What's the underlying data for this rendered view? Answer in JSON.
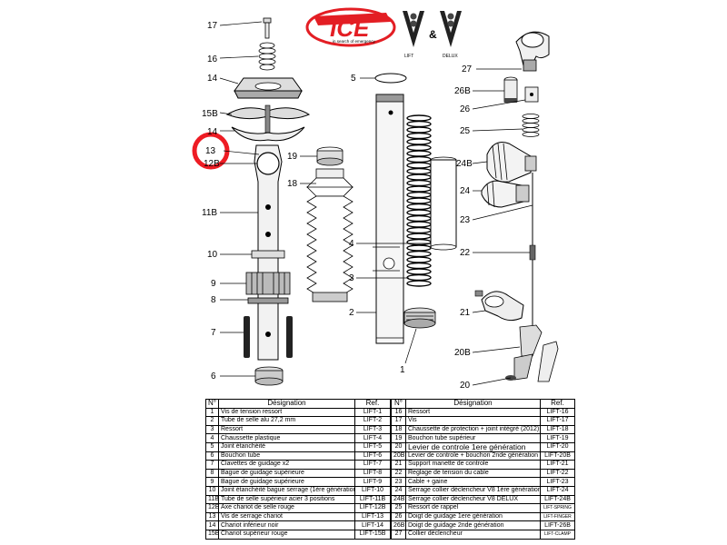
{
  "brand": {
    "logo_text": "ICE",
    "logo_tagline": "in search of emergency",
    "v8_left_sub": "LIFT",
    "ampersand": "&",
    "v8_right_sub": "DELUX"
  },
  "callouts": [
    {
      "id": "17",
      "label": "17"
    },
    {
      "id": "16",
      "label": "16"
    },
    {
      "id": "14top",
      "label": "14"
    },
    {
      "id": "15B",
      "label": "15B"
    },
    {
      "id": "14b",
      "label": "14"
    },
    {
      "id": "13",
      "label": "13"
    },
    {
      "id": "12B",
      "label": "12B"
    },
    {
      "id": "11B",
      "label": "11B"
    },
    {
      "id": "10",
      "label": "10"
    },
    {
      "id": "9",
      "label": "9"
    },
    {
      "id": "8",
      "label": "8"
    },
    {
      "id": "7",
      "label": "7"
    },
    {
      "id": "6",
      "label": "6"
    },
    {
      "id": "19",
      "label": "19"
    },
    {
      "id": "18",
      "label": "18"
    },
    {
      "id": "5",
      "label": "5"
    },
    {
      "id": "4",
      "label": "4"
    },
    {
      "id": "3",
      "label": "3"
    },
    {
      "id": "2",
      "label": "2"
    },
    {
      "id": "1",
      "label": "1"
    },
    {
      "id": "27",
      "label": "27"
    },
    {
      "id": "26B",
      "label": "26B"
    },
    {
      "id": "26",
      "label": "26"
    },
    {
      "id": "25",
      "label": "25"
    },
    {
      "id": "24B",
      "label": "24B"
    },
    {
      "id": "24",
      "label": "24"
    },
    {
      "id": "23",
      "label": "23"
    },
    {
      "id": "22",
      "label": "22"
    },
    {
      "id": "21",
      "label": "21"
    },
    {
      "id": "20B",
      "label": "20B"
    },
    {
      "id": "20",
      "label": "20"
    }
  ],
  "highlight": {
    "color": "#ee1c24"
  },
  "colors": {
    "line": "#000000",
    "logo_red": "#e31e24"
  },
  "table": {
    "headers": {
      "num": "N°",
      "designation": "Désignation",
      "ref": "Ref."
    },
    "left": [
      {
        "n": "1",
        "d": "Vis de tension ressort",
        "r": "LIFT-1"
      },
      {
        "n": "2",
        "d": "Tube de selle alu 27,2 mm",
        "r": "LIFT-2"
      },
      {
        "n": "3",
        "d": "Ressort",
        "r": "LIFT-3"
      },
      {
        "n": "4",
        "d": "Chaussette plastique",
        "r": "LIFT-4"
      },
      {
        "n": "5",
        "d": "Joint étanchéité",
        "r": "LIFT-5"
      },
      {
        "n": "6",
        "d": "Bouchon tube",
        "r": "LIFT-6"
      },
      {
        "n": "7",
        "d": "Clavettes de guidage x2",
        "r": "LIFT-7"
      },
      {
        "n": "8",
        "d": "Bague de guidage supérieure",
        "r": "LIFT-8"
      },
      {
        "n": "9",
        "d": "Bague de guidage supérieure",
        "r": "LIFT-9"
      },
      {
        "n": "10",
        "d": "Joint étanchéité bague serrage (1ère génération)",
        "r": "LIFT-10"
      },
      {
        "n": "11B",
        "d": "Tube de selle supérieur acier 3 positions",
        "r": "LIFT-11B"
      },
      {
        "n": "12B",
        "d": "Axe chariot de selle rouge",
        "r": "LIFT-12B"
      },
      {
        "n": "13",
        "d": "Vis de serrage chariot",
        "r": "LIFT-13"
      },
      {
        "n": "14",
        "d": "Chariot inférieur noir",
        "r": "LIFT-14"
      },
      {
        "n": "15B",
        "d": "Chariot supérieur rouge",
        "r": "LIFT-15B"
      }
    ],
    "right": [
      {
        "n": "16",
        "d": "Ressort",
        "r": "LIFT-16"
      },
      {
        "n": "17",
        "d": "Vis",
        "r": "LIFT-17"
      },
      {
        "n": "18",
        "d": "Chaussette de protection + joint intégré (2012)",
        "r": "LIFT-18"
      },
      {
        "n": "19",
        "d": "Bouchon tube supérieur",
        "r": "LIFT-19"
      },
      {
        "n": "20",
        "d": "Levier de controle 1ere génération",
        "r": "LIFT-20",
        "big": true
      },
      {
        "n": "20B",
        "d": "Levier de controle + bouchon 2nde génération",
        "r": "LIFT-20B"
      },
      {
        "n": "21",
        "d": "Support manette de controle",
        "r": "LIFT-21"
      },
      {
        "n": "22",
        "d": "Reglage de tension du cable",
        "r": "LIFT-22"
      },
      {
        "n": "23",
        "d": "Cable + gaine",
        "r": "LIFT-23"
      },
      {
        "n": "24",
        "d": "Serrage collier déclencheur V8 1ère génération",
        "r": "LIFT-24"
      },
      {
        "n": "24B",
        "d": "Serrage collier déclencheur V8 DELUX",
        "r": "LIFT-24B"
      },
      {
        "n": "25",
        "d": "Ressort de rappel",
        "r": "LIFT-SPRING",
        "tinyref": true
      },
      {
        "n": "26",
        "d": "Doigt de guidage 1ere génération",
        "r": "LIFT-FINGER",
        "tinyref": true
      },
      {
        "n": "26B",
        "d": "Doigt de guidage 2nde génération",
        "r": "LIFT-26B"
      },
      {
        "n": "27",
        "d": "Collier déclencheur",
        "r": "LIFT-CLAMP",
        "tinyref": true
      }
    ]
  }
}
